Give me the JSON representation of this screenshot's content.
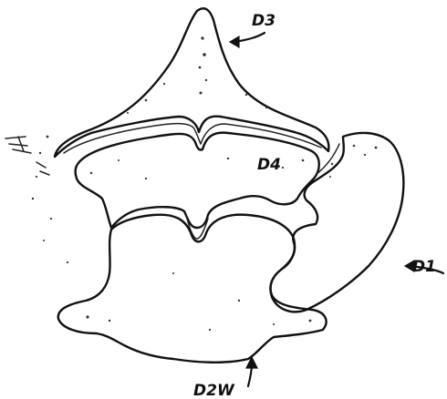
{
  "diagram": {
    "labels": {
      "d3": "D3",
      "d4": "D4",
      "d1": "D1",
      "d2w": "D2W"
    },
    "colors": {
      "ink": "#111111",
      "paper": "#ffffff"
    }
  }
}
